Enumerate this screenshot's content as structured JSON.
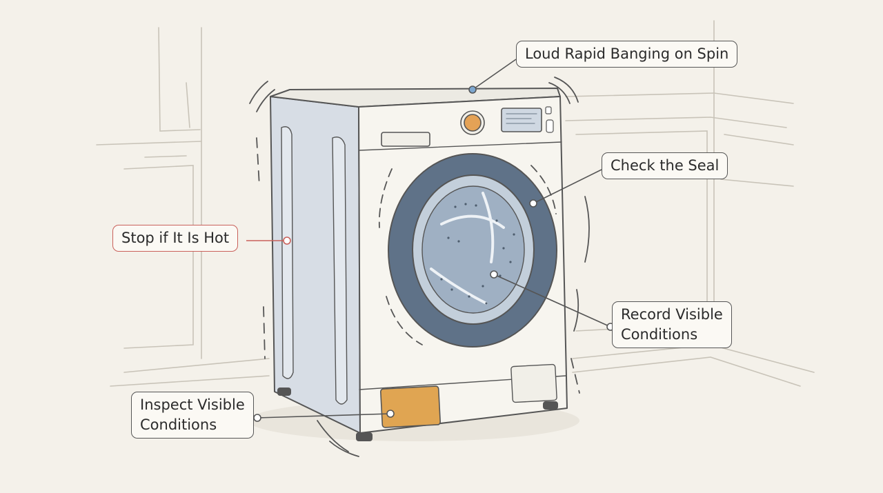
{
  "callouts": {
    "spin_banging": {
      "text": "Loud Rapid Banging on Spin",
      "style": "normal"
    },
    "check_seal": {
      "text": "Check the Seal",
      "style": "normal"
    },
    "stop_if_hot": {
      "text": "Stop if It Is Hot",
      "style": "warning"
    },
    "record_visible": {
      "lines": [
        "Record Visible",
        "Conditions"
      ],
      "style": "normal"
    },
    "inspect_visible": {
      "lines": [
        "Inspect Visible",
        "Conditions"
      ],
      "style": "normal"
    }
  },
  "colors": {
    "background": "#f4f1ea",
    "sketch_line": "#555555",
    "machine_body": "#f7f5ef",
    "machine_side": "#d7dde5",
    "door_ring": "#5f7288",
    "drum": "#9fb0c3",
    "dial": "#e4a256",
    "filter_panel": "#e0a552",
    "warning_accent": "#c9605a",
    "marker_blue": "#7da7cf"
  },
  "icons": {
    "washing_machine": "washing-machine-illustration",
    "vibration": "vibration-marks"
  }
}
